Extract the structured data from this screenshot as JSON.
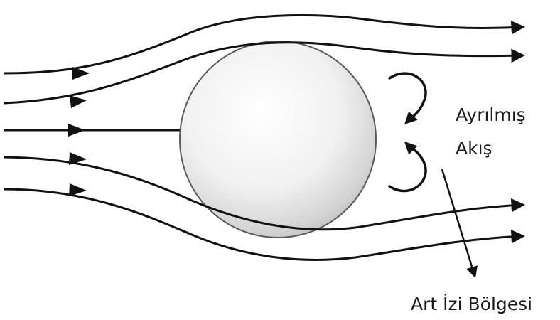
{
  "labels": {
    "separated_flow_line1": "Ayrılmış",
    "separated_flow_line2": "Akış",
    "wake_region": "Art İzi Bölgesi"
  },
  "colors": {
    "line": "#111111",
    "text": "#1a1a1a",
    "sphere_light": "#ffffff",
    "sphere_shadow": "#bdbdbd",
    "sphere_outline": "#5a5a5a",
    "background": "#ffffff"
  },
  "icons": {
    "streamline_arrow": "arrowhead",
    "eddy": "curved-arrow",
    "body": "sphere"
  }
}
